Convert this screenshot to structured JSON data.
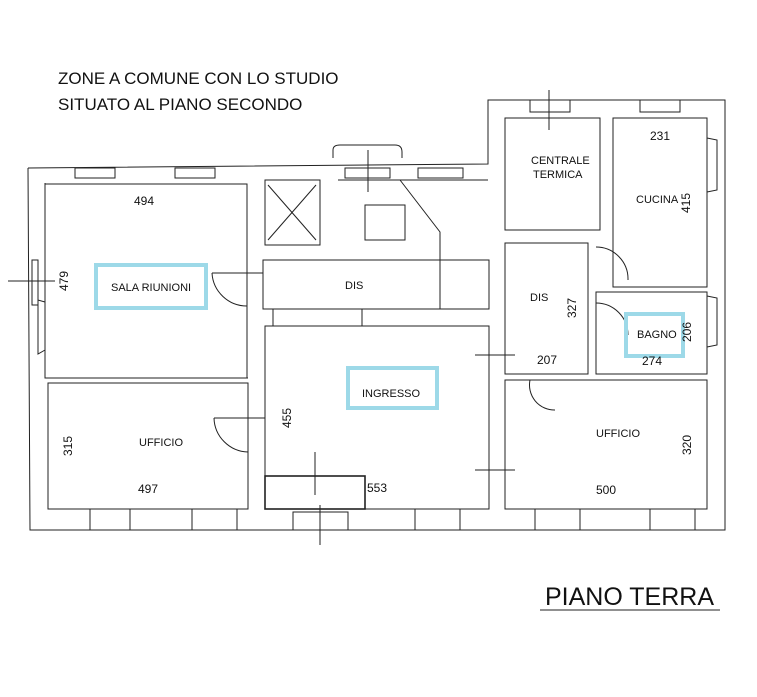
{
  "note": {
    "line1": "ZONE A COMUNE CON LO STUDIO",
    "line2": "SITUATO AL PIANO SECONDO"
  },
  "floor_title": "PIANO TERRA",
  "highlight_color": "#9dd9e8",
  "rooms": {
    "sala_riunioni": {
      "label": "SALA RIUNIONI",
      "width": "494",
      "height": "479"
    },
    "ufficio_left": {
      "label": "UFFICIO",
      "width": "497",
      "height": "315"
    },
    "dis_center": {
      "label": "DIS"
    },
    "ingresso": {
      "label": "INGRESSO",
      "width": "553",
      "height": "455"
    },
    "centrale_termica": {
      "label1": "CENTRALE",
      "label2": "TERMICA"
    },
    "cucina": {
      "label": "CUCINA",
      "width": "231",
      "height": "415"
    },
    "dis_right": {
      "label": "DIS",
      "width": "207",
      "height": "327"
    },
    "bagno": {
      "label": "BAGNO",
      "width": "274",
      "height": "206"
    },
    "ufficio_right": {
      "label": "UFFICIO",
      "width": "500",
      "height": "320"
    }
  }
}
